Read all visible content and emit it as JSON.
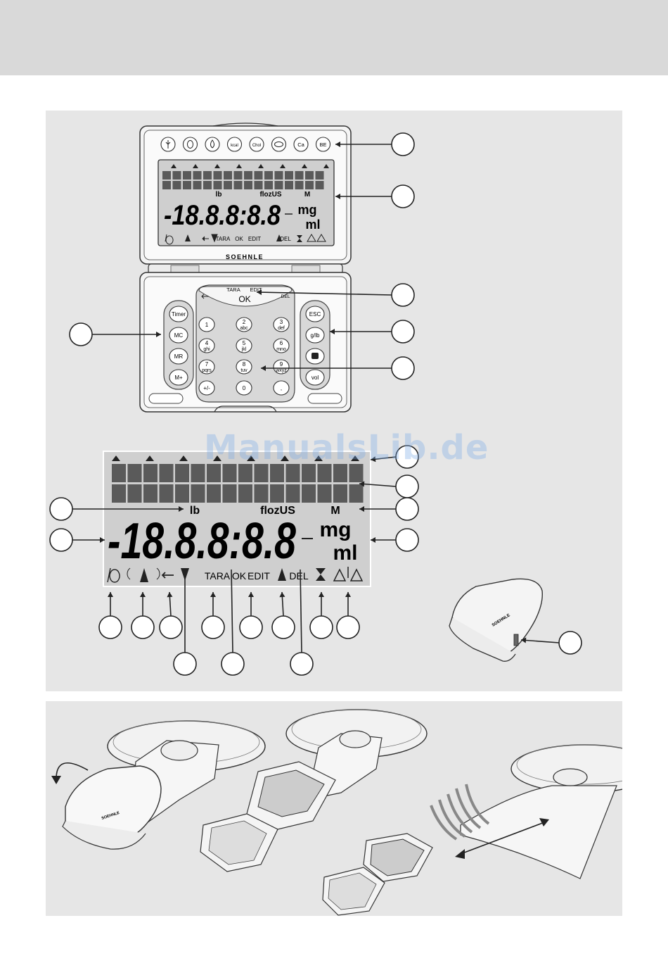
{
  "device": {
    "brand": "SOEHNLE",
    "nutrient_icons": [
      "grain-icon",
      "egg-icon",
      "drop-icon",
      "kcal",
      "Chol",
      "fish-icon",
      "Ca",
      "BE"
    ],
    "display": {
      "unit_lb": "lb",
      "unit_flozus": "flozUS",
      "unit_m": "M",
      "digits": "-18.8.8:8.8",
      "unit_mg": "mg",
      "unit_ml": "ml",
      "tara": "TARA",
      "ok": "OK",
      "edit": "EDIT",
      "del": "DEL"
    },
    "keypad": {
      "left_keys": [
        "Timer",
        "MC",
        "MR",
        "M+"
      ],
      "right_keys": [
        "ESC",
        "g/lb",
        "weight-icon",
        "vol"
      ],
      "top_labels": [
        "TARA",
        "EDIT",
        "OK",
        "DEL"
      ],
      "number_keys": [
        {
          "num": "1",
          "sub": ""
        },
        {
          "num": "2",
          "sub": "abc"
        },
        {
          "num": "3",
          "sub": "def"
        },
        {
          "num": "4",
          "sub": "ghi"
        },
        {
          "num": "5",
          "sub": "jkl"
        },
        {
          "num": "6",
          "sub": "mno"
        },
        {
          "num": "7",
          "sub": "pqrs"
        },
        {
          "num": "8",
          "sub": "tuv"
        },
        {
          "num": "9",
          "sub": "wxyz"
        },
        {
          "num": "+/-",
          "sub": ""
        },
        {
          "num": "0",
          "sub": ""
        },
        {
          "num": ",",
          "sub": ""
        }
      ]
    }
  },
  "watermark": "ManualsLib.de",
  "colors": {
    "top_band": "#d9d9d9",
    "panel": "#e6e6e6",
    "lcd": "#cfcfcf"
  }
}
